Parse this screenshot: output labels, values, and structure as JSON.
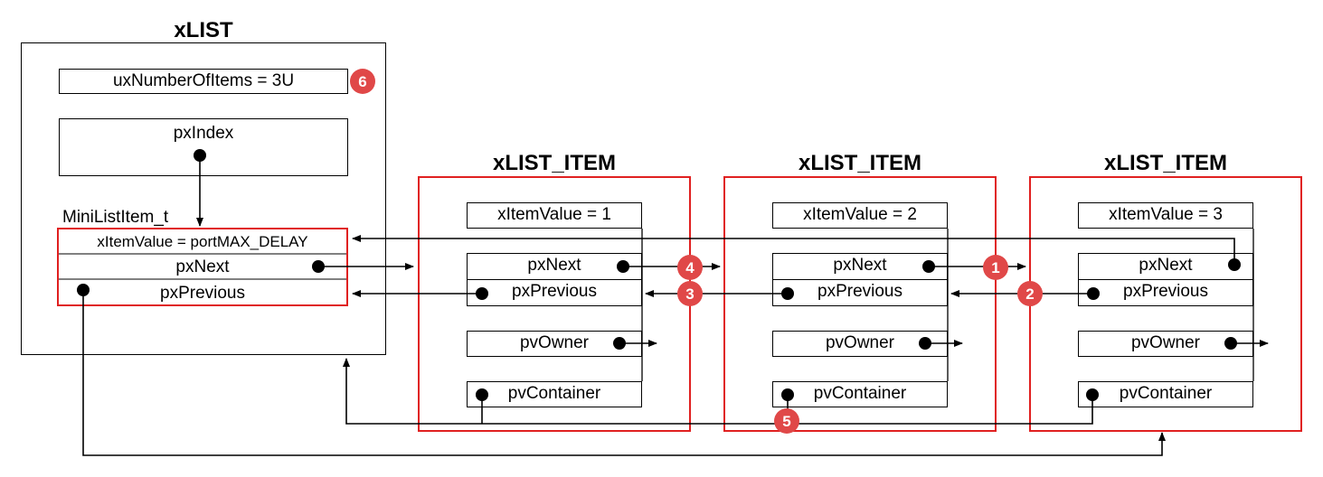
{
  "xlist": {
    "title": "xLIST",
    "ux_number_of_items": "uxNumberOfItems = 3U",
    "px_index": "pxIndex",
    "mini_list_item_label": "MiniListItem_t",
    "mini_item_value": "xItemValue = portMAX_DELAY",
    "mini_px_next": "pxNext",
    "mini_px_previous": "pxPrevious"
  },
  "list_items": [
    {
      "title": "xLIST_ITEM",
      "item_value": "xItemValue = 1",
      "px_next": "pxNext",
      "px_previous": "pxPrevious",
      "pv_owner": "pvOwner",
      "pv_container": "pvContainer"
    },
    {
      "title": "xLIST_ITEM",
      "item_value": "xItemValue = 2",
      "px_next": "pxNext",
      "px_previous": "pxPrevious",
      "pv_owner": "pvOwner",
      "pv_container": "pvContainer"
    },
    {
      "title": "xLIST_ITEM",
      "item_value": "xItemValue = 3",
      "px_next": "pxNext",
      "px_previous": "pxPrevious",
      "pv_owner": "pvOwner",
      "pv_container": "pvContainer"
    }
  ],
  "step_badges": [
    "1",
    "2",
    "3",
    "4",
    "5",
    "6"
  ],
  "colors": {
    "badge_fill": "#e04848",
    "item_border": "#e02020",
    "line": "#000000"
  }
}
